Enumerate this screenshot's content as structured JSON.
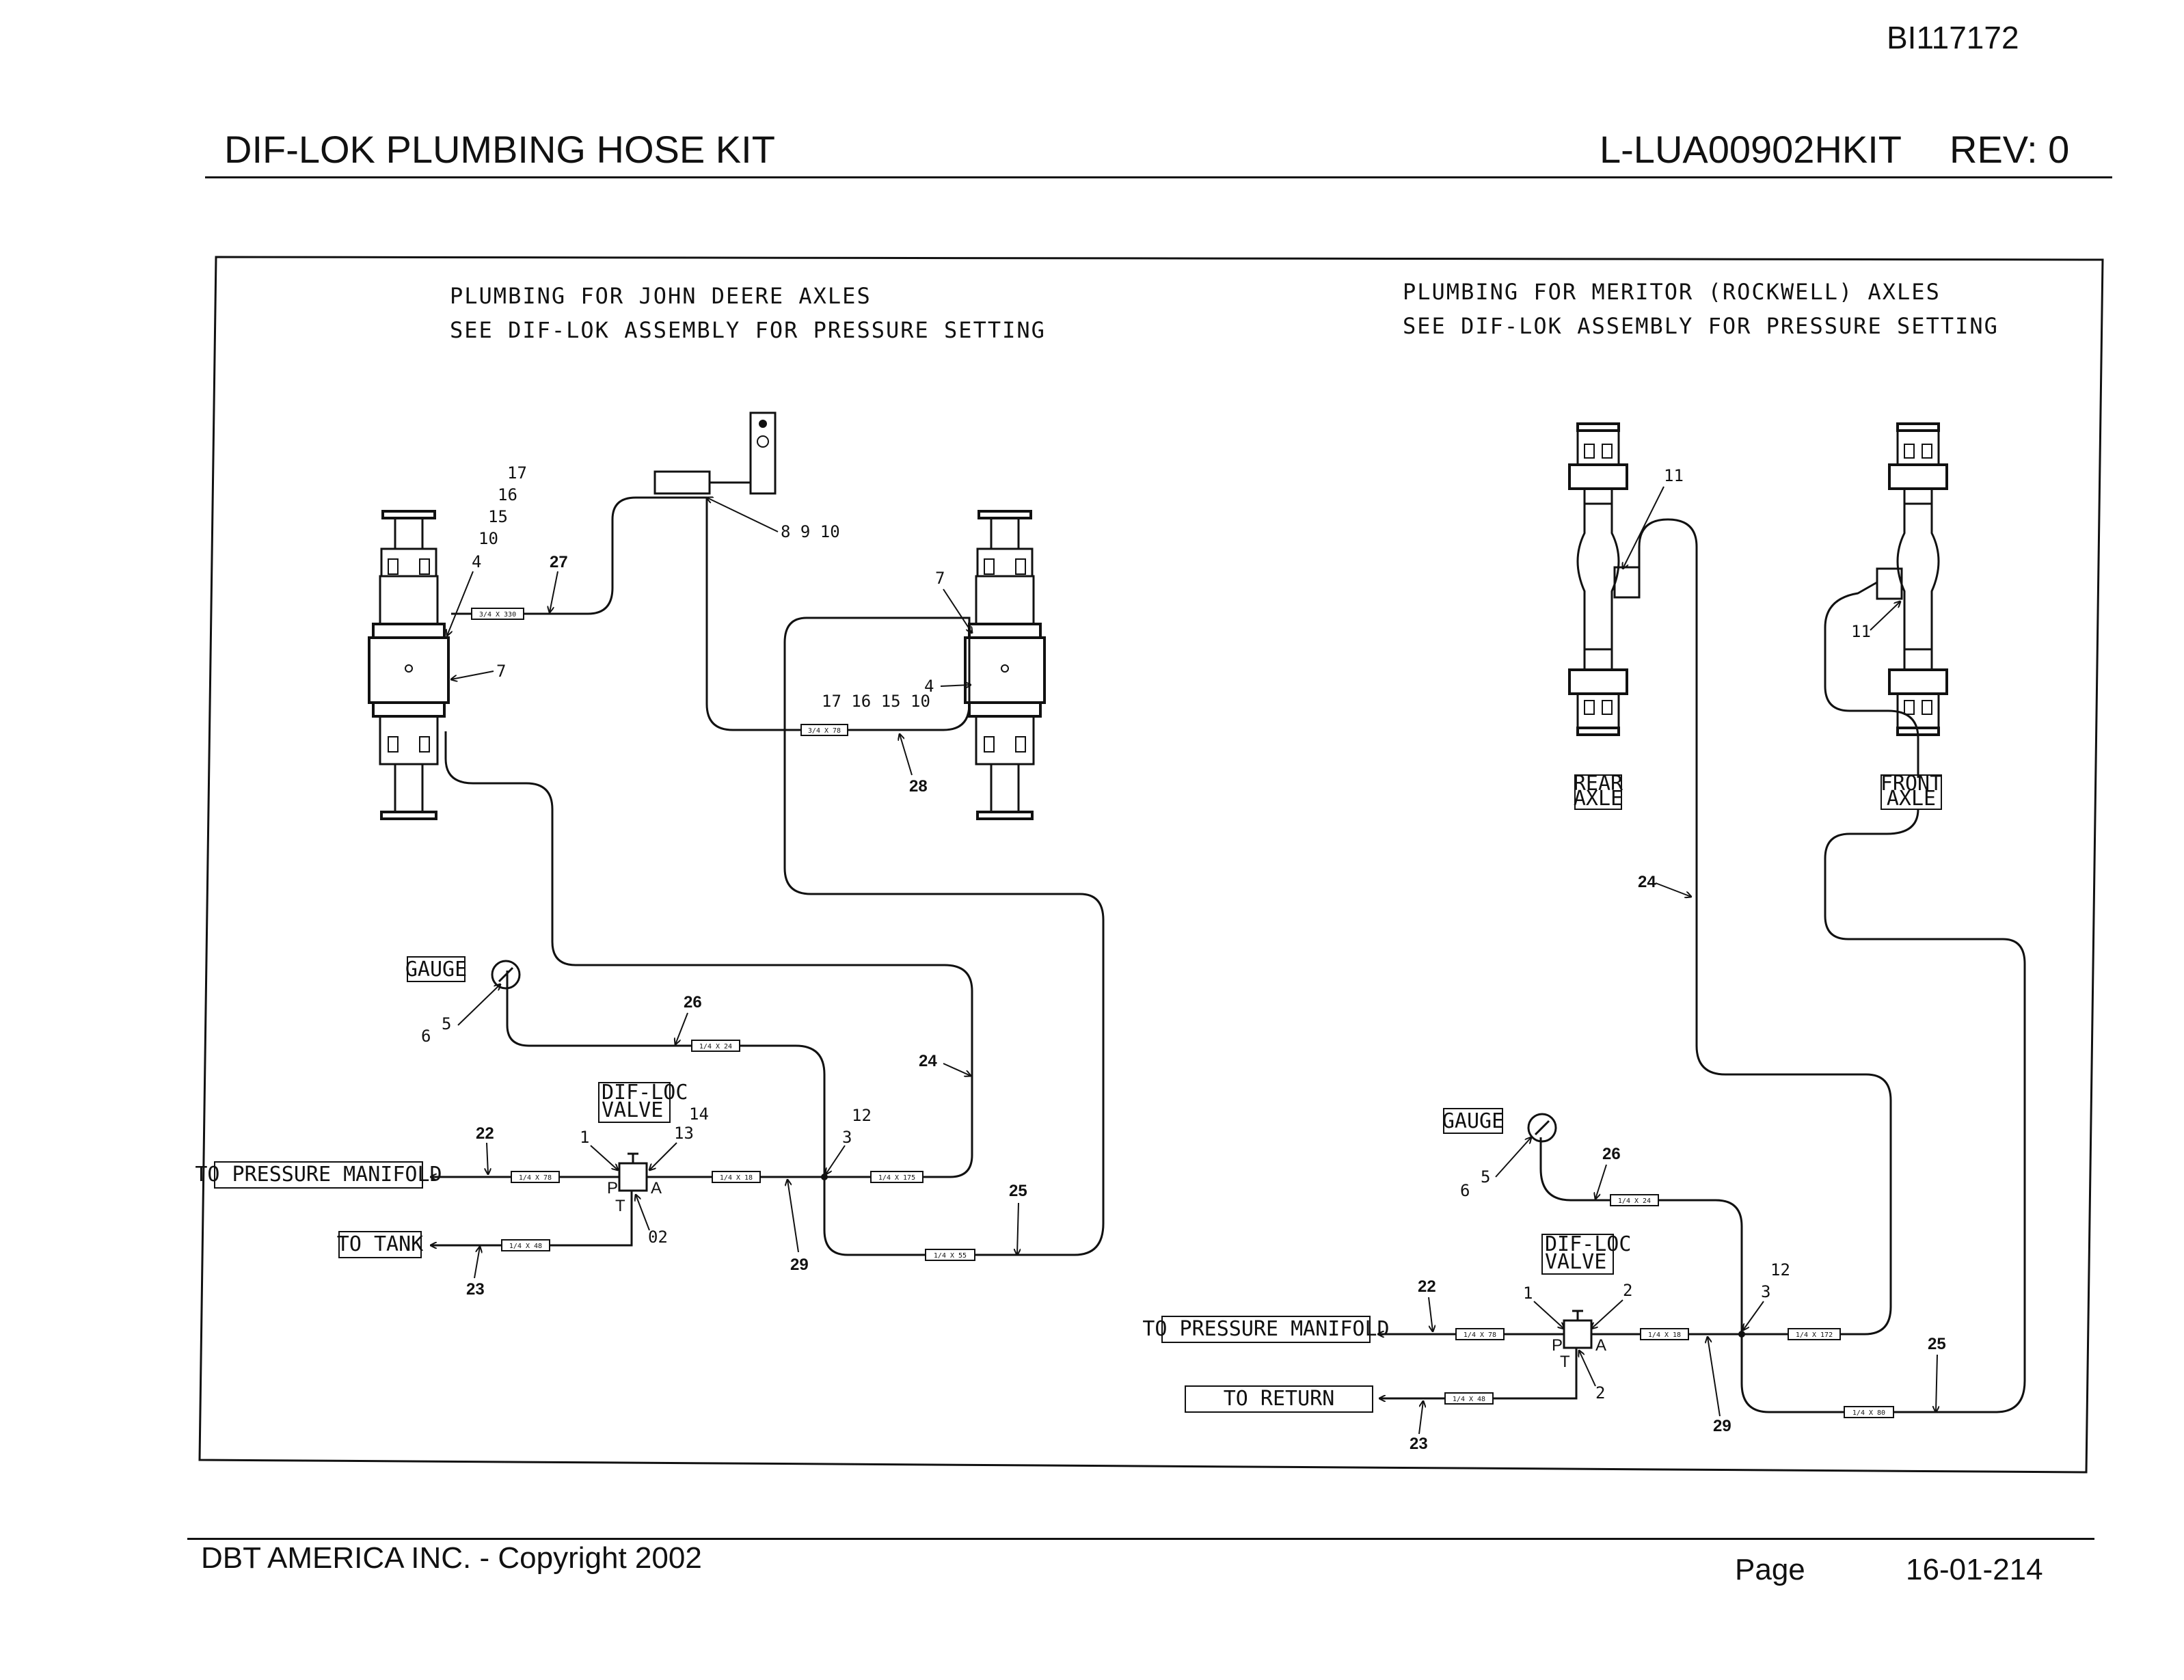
{
  "header": {
    "doc_id": "BI117172",
    "title": "DIF-LOK PLUMBING HOSE KIT",
    "kit_code": "L-LUA00902HKIT",
    "rev": "REV:  0"
  },
  "footer": {
    "copyright": "DBT AMERICA INC. - Copyright 2002",
    "page_label": "Page",
    "page_number": "16-01-214"
  },
  "left_panel": {
    "note_line1": "PLUMBING FOR JOHN DEERE AXLES",
    "note_line2": "SEE DIF-LOK ASSEMBLY FOR PRESSURE SETTING",
    "labels": {
      "gauge": "GAUGE",
      "valve_l1": "DIF-LOC",
      "valve_l2": "VALVE",
      "pressure_manifold": "TO PRESSURE MANIFOLD",
      "tank": "TO TANK",
      "port_p": "P",
      "port_a": "A",
      "port_t": "T"
    },
    "hose_tags": {
      "h27": "3/4 X 330",
      "h28": "3/4 X 78",
      "h26": "1/4 X 24",
      "h22": "1/4 X 78",
      "h29": "1/4 X 18",
      "h24": "1/4 X 175",
      "h23": "1/4 X 48",
      "h25": "1/4 X 55"
    },
    "callouts": {
      "c17": "17",
      "c16": "16",
      "c15": "15",
      "c10": "10",
      "c4": "4",
      "c27": "27",
      "c7a": "7",
      "c8910": "8  9  10",
      "c7b": "7",
      "c_group": "17 16 15 10",
      "c4b": "4",
      "c28": "28",
      "c6": "6",
      "c5": "5",
      "c26": "26",
      "c24": "24",
      "c14": "14",
      "c13": "13",
      "c1": "1",
      "c12": "12",
      "c3": "3",
      "c22": "22",
      "c25": "25",
      "c02": "02",
      "c29": "29",
      "c23": "23"
    }
  },
  "right_panel": {
    "note_line1": "PLUMBING FOR MERITOR (ROCKWELL) AXLES",
    "note_line2": "SEE DIF-LOK ASSEMBLY FOR PRESSURE SETTING",
    "labels": {
      "rear_l1": "REAR",
      "rear_l2": "AXLE",
      "front_l1": "FRONT",
      "front_l2": "AXLE",
      "gauge": "GAUGE",
      "valve_l1": "DIF-LOC",
      "valve_l2": "VALVE",
      "pressure_manifold": "TO PRESSURE MANIFOLD",
      "return": "TO RETURN",
      "port_p": "P",
      "port_a": "A",
      "port_t": "T"
    },
    "hose_tags": {
      "h26": "1/4 X 24",
      "h22": "1/4 X 78",
      "h29": "1/4 X 18",
      "h24": "1/4 X 172",
      "h23": "1/4 X 48",
      "h25": "1/4 X 80"
    },
    "callouts": {
      "c11a": "11",
      "c11b": "11",
      "c24": "24",
      "c6": "6",
      "c5": "5",
      "c26": "26",
      "c12": "12",
      "c3": "3",
      "c22": "22",
      "c1": "1",
      "c2a": "2",
      "c25": "25",
      "c2b": "2",
      "c29": "29",
      "c23": "23"
    }
  }
}
